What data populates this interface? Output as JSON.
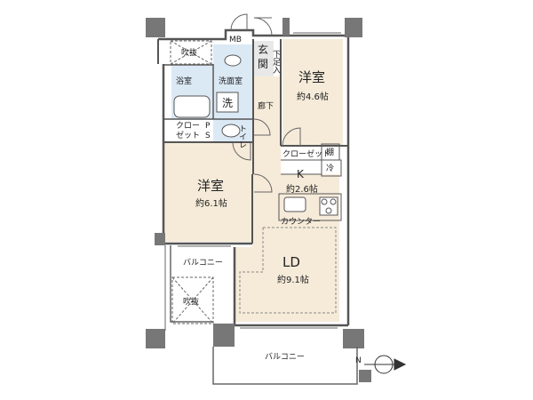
{
  "plan": {
    "rooms": {
      "western_north": {
        "name": "洋室",
        "area": "約4.6帖"
      },
      "western_west": {
        "name": "洋室",
        "area": "約6.1帖"
      },
      "kitchen": {
        "name": "K",
        "area": "約2.6帖"
      },
      "living_dining": {
        "name": "LD",
        "area": "約9.1帖"
      },
      "bathroom": {
        "name": "浴室"
      },
      "washroom": {
        "name": "洗面室"
      },
      "washer": {
        "name": "洗"
      },
      "toilet": {
        "name": "トイレ"
      },
      "hallway": {
        "name": "廊下"
      },
      "entrance_1": {
        "name": "玄"
      },
      "entrance_2": {
        "name": "関"
      },
      "shoe_box": {
        "name": "下足入"
      },
      "closet_west_1": {
        "name": "クロー"
      },
      "closet_west_2": {
        "name": "ゼット"
      },
      "closet_kitchen": {
        "name": "クローゼット"
      },
      "pipe_space_1": {
        "name": "P"
      },
      "pipe_space_2": {
        "name": "S"
      },
      "meter_box": {
        "name": "MB"
      },
      "fridge": {
        "name": "冷"
      },
      "counter": {
        "name": "カウンター"
      },
      "shelf": {
        "name": "棚"
      },
      "void_top": {
        "name": "吹抜"
      },
      "void_bottom": {
        "name": "吹抜"
      },
      "balcony_west": {
        "name": "バルコニー"
      },
      "balcony_south": {
        "name": "バルコニー"
      }
    },
    "compass_label": "N",
    "colors": {
      "floor": "#f6ebd9",
      "wet_area": "#dbe9f5",
      "wall": "#555555",
      "column": "#777777",
      "line": "#666666"
    }
  }
}
